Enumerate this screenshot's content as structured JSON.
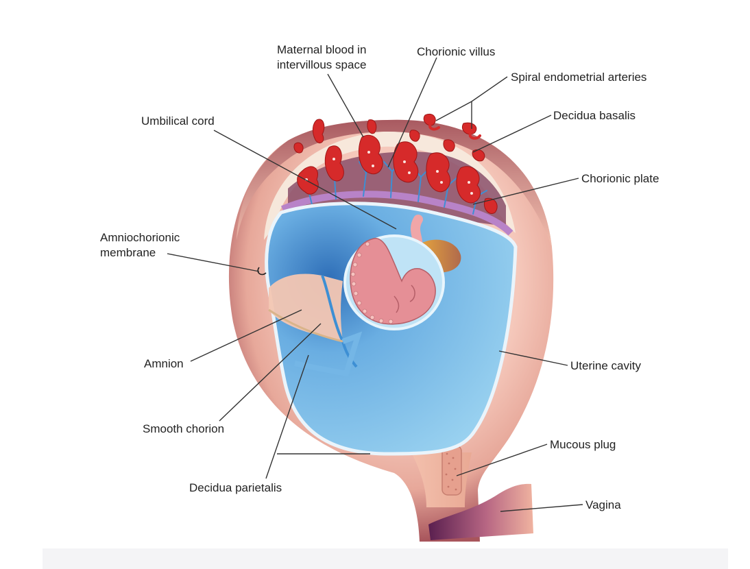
{
  "labels": {
    "maternal_blood_line1": "Maternal blood in",
    "maternal_blood_line2": "intervillous space",
    "chorionic_villus": "Chorionic villus",
    "spiral_arteries": "Spiral endometrial arteries",
    "umbilical_cord": "Umbilical cord",
    "decidua_basalis": "Decidua basalis",
    "chorionic_plate": "Chorionic plate",
    "amniochorionic_line1": "Amniochorionic",
    "amniochorionic_line2": "membrane",
    "amnion": "Amnion",
    "uterine_cavity": "Uterine cavity",
    "smooth_chorion": "Smooth chorion",
    "mucous_plug": "Mucous plug",
    "decidua_parietalis": "Decidua parietalis",
    "vagina": "Vagina"
  },
  "colors": {
    "uterine_wall_outer": "#a8555c",
    "uterine_wall_inner": "#f0b7a6",
    "amniotic_fluid": "#8fcaeb",
    "amniotic_deep": "#2f6fb8",
    "blood": "#d62a2a",
    "embryo": "#e58f96",
    "yolk_sac": "#e3a33a"
  }
}
